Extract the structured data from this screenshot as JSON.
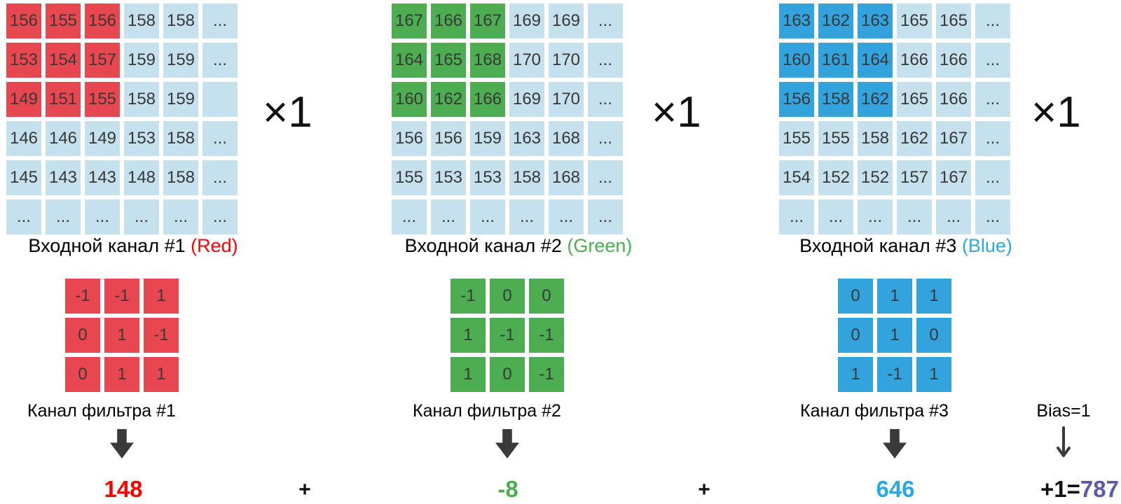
{
  "colors": {
    "red": "#e8474f",
    "green": "#4cad51",
    "blue": "#32a3dc",
    "light_blue": "#c4e1ed",
    "caption_red": "#fe0000",
    "caption_green": "#4bae50",
    "caption_blue": "#29a9e1",
    "purple": "#5a5aa6",
    "arrow": "#3a3a3a",
    "cell_text": "#383838"
  },
  "channels": [
    {
      "color": "red",
      "caption_prefix": "Входной канал #1 ",
      "caption_colored": "(Red)",
      "multiplier": "×1",
      "grid": [
        [
          "156",
          "155",
          "156",
          "158",
          "158",
          "..."
        ],
        [
          "153",
          "154",
          "157",
          "159",
          "159",
          "..."
        ],
        [
          "149",
          "151",
          "155",
          "158",
          "159",
          ""
        ],
        [
          "146",
          "146",
          "149",
          "153",
          "158",
          "..."
        ],
        [
          "145",
          "143",
          "143",
          "148",
          "158",
          "..."
        ],
        [
          "...",
          "...",
          "...",
          "...",
          "...",
          "..."
        ]
      ]
    },
    {
      "color": "green",
      "caption_prefix": "Входной канал #2 ",
      "caption_colored": "(Green)",
      "multiplier": "×1",
      "grid": [
        [
          "167",
          "166",
          "167",
          "169",
          "169",
          "..."
        ],
        [
          "164",
          "165",
          "168",
          "170",
          "170",
          "..."
        ],
        [
          "160",
          "162",
          "166",
          "169",
          "170",
          "..."
        ],
        [
          "156",
          "156",
          "159",
          "163",
          "168",
          "..."
        ],
        [
          "155",
          "153",
          "153",
          "158",
          "168",
          "..."
        ],
        [
          "...",
          "...",
          "...",
          "...",
          "...",
          "..."
        ]
      ]
    },
    {
      "color": "blue",
      "caption_prefix": "Входной канал #3 ",
      "caption_colored": "(Blue)",
      "multiplier": "×1",
      "grid": [
        [
          "163",
          "162",
          "163",
          "165",
          "165",
          "..."
        ],
        [
          "160",
          "161",
          "164",
          "166",
          "166",
          "..."
        ],
        [
          "156",
          "158",
          "162",
          "165",
          "166",
          "..."
        ],
        [
          "155",
          "155",
          "158",
          "162",
          "167",
          "..."
        ],
        [
          "154",
          "152",
          "152",
          "157",
          "167",
          "..."
        ],
        [
          "...",
          "...",
          "...",
          "...",
          "...",
          "..."
        ]
      ]
    }
  ],
  "filters": [
    {
      "color": "red",
      "caption": "Канал фильтра #1",
      "result": "148",
      "cells": [
        [
          "-1",
          "-1",
          "1"
        ],
        [
          "0",
          "1",
          "-1"
        ],
        [
          "0",
          "1",
          "1"
        ]
      ]
    },
    {
      "color": "green",
      "caption": "Канал фильтра #2",
      "result": "-8",
      "cells": [
        [
          "-1",
          "0",
          "0"
        ],
        [
          "1",
          "-1",
          "-1"
        ],
        [
          "1",
          "0",
          "-1"
        ]
      ]
    },
    {
      "color": "blue",
      "caption": "Канал фильтра #3",
      "result": "646",
      "cells": [
        [
          "0",
          "1",
          "1"
        ],
        [
          "0",
          "1",
          "0"
        ],
        [
          "1",
          "-1",
          "1"
        ]
      ]
    }
  ],
  "operators": {
    "plus": "+"
  },
  "bias": {
    "label": "Bias=1",
    "result_prefix": "+1=",
    "result_value": "787"
  }
}
